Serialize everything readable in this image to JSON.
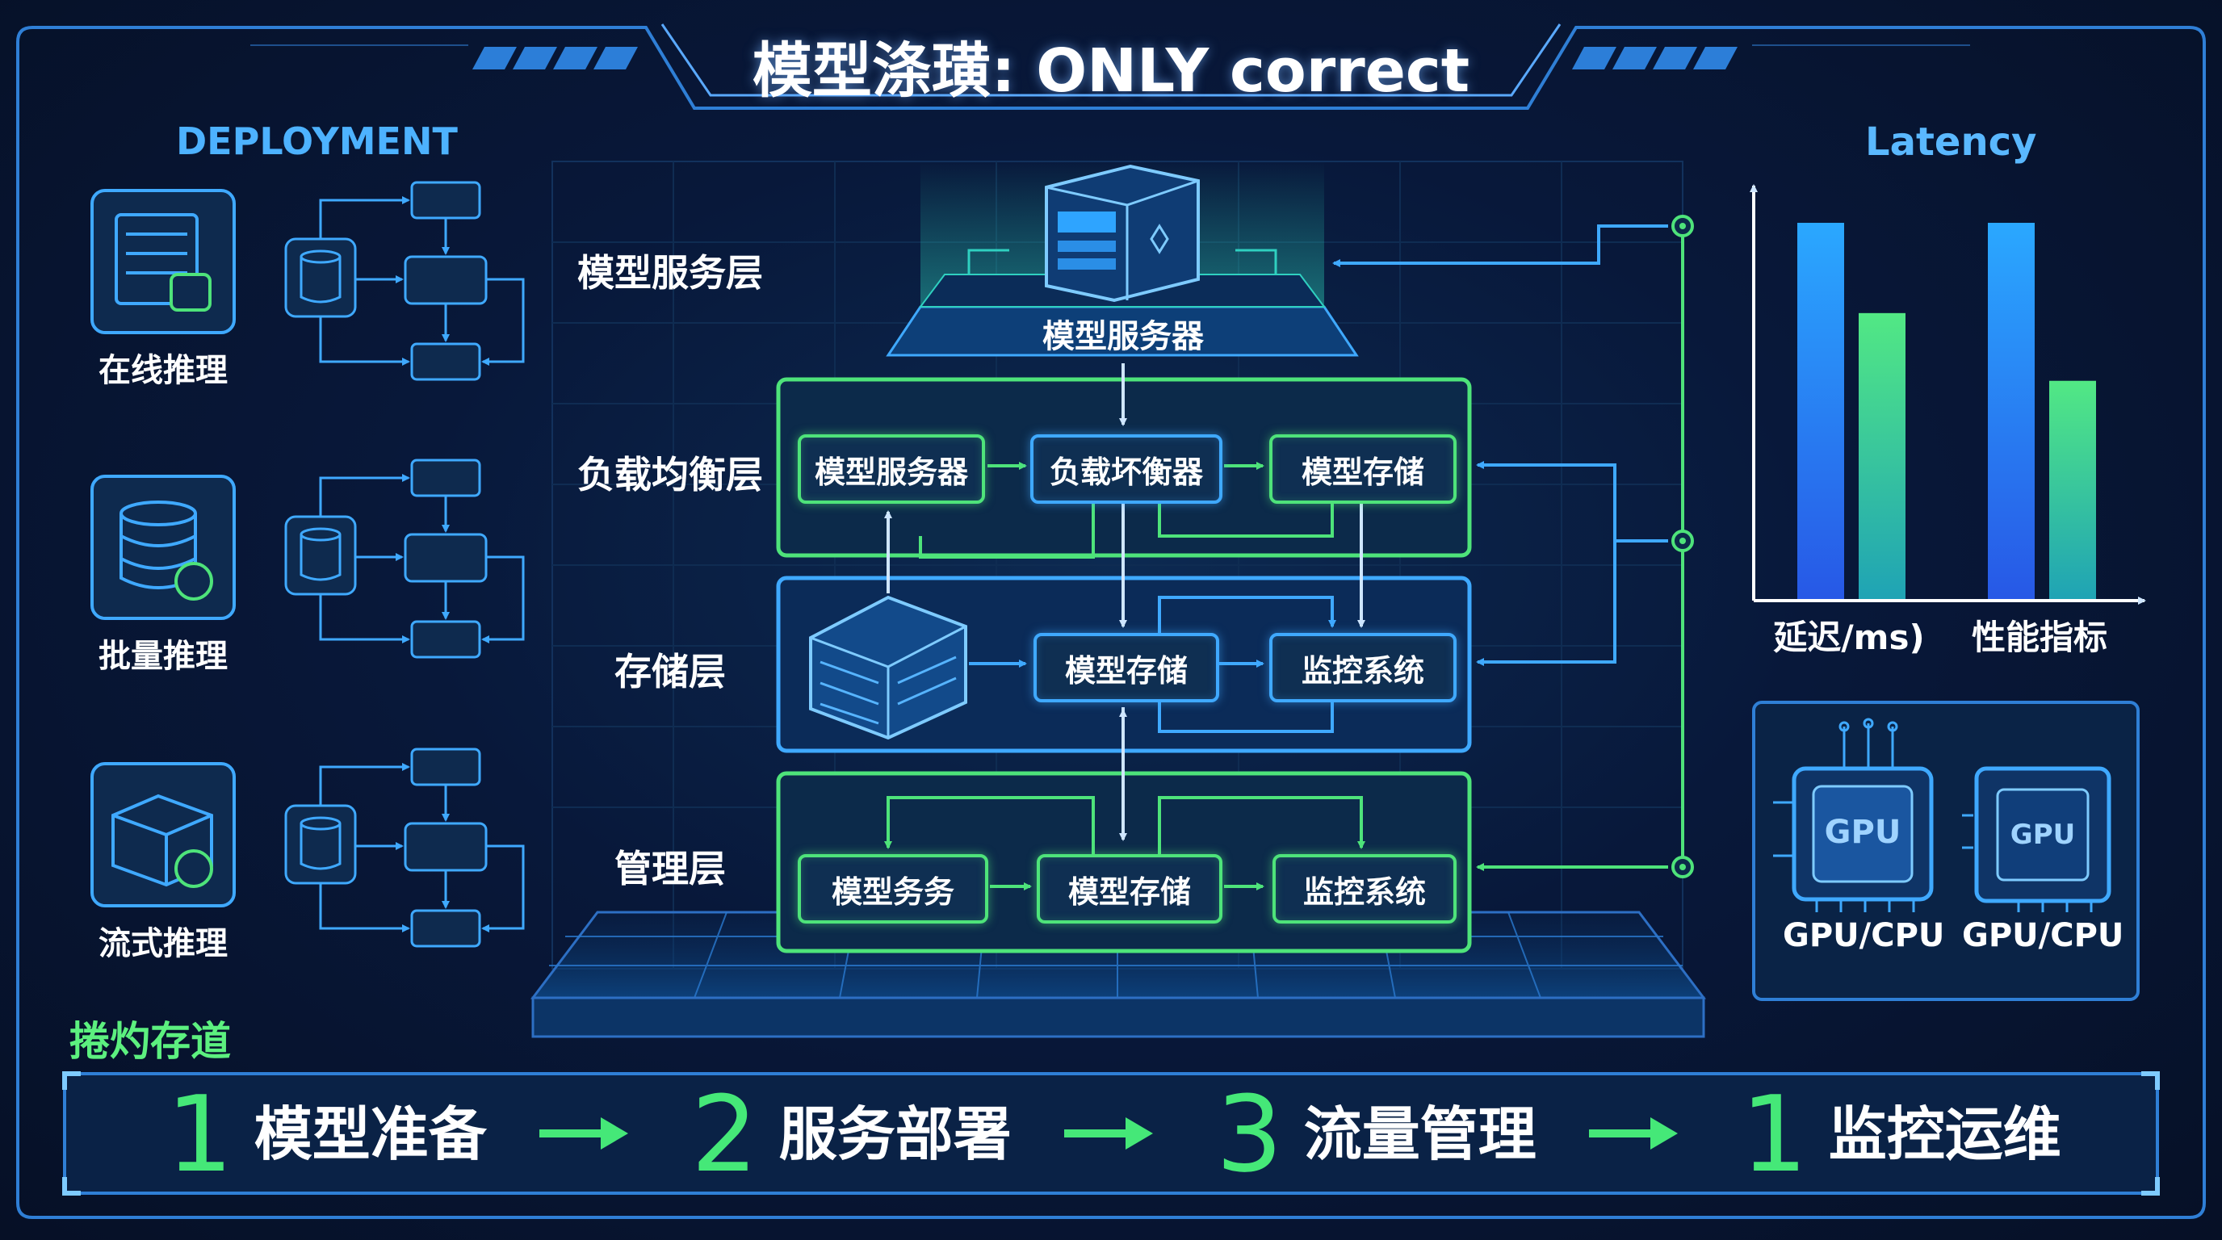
{
  "title": "模型涤璜: ONLY correct",
  "deployment": {
    "heading": "DEPLOYMENT",
    "modes": [
      {
        "label": "在线推理",
        "icon": "server-monitor-icon"
      },
      {
        "label": "批量推理",
        "icon": "database-icon"
      },
      {
        "label": "流式推理",
        "icon": "stream-box-icon"
      }
    ]
  },
  "architecture": {
    "server_label": "模型服务器",
    "layers": [
      {
        "label": "模型服务层"
      },
      {
        "label": "负载均衡层",
        "nodes": [
          "模型服务器",
          "负载坏衡器",
          "模型存储"
        ]
      },
      {
        "label": "存储层",
        "nodes": [
          "模型存储",
          "监控系统"
        ]
      },
      {
        "label": "管理层",
        "nodes": [
          "模型务务",
          "模型存储",
          "监控系统"
        ]
      }
    ]
  },
  "latency": {
    "heading": "Latency",
    "chart_data": {
      "type": "bar",
      "categories": [
        "延迟/ms)",
        "性能指标"
      ],
      "series": [
        {
          "values": [
            100,
            100
          ],
          "color": "#2f8cff"
        },
        {
          "values": [
            76,
            58
          ],
          "color": "#45e07a"
        }
      ],
      "ylim": [
        0,
        100
      ]
    }
  },
  "hardware": {
    "chips": [
      {
        "chip_label": "GPU",
        "caption": "GPU/CPU"
      },
      {
        "chip_label": "GPU",
        "caption": "GPU/CPU"
      }
    ]
  },
  "pipeline": {
    "title": "捲灼存道",
    "steps": [
      {
        "number": "1",
        "label": "模型准备"
      },
      {
        "number": "2",
        "label": "服务部署"
      },
      {
        "number": "3",
        "label": "流量管理"
      },
      {
        "number": "1",
        "label": "监控运维"
      }
    ]
  },
  "colors": {
    "accent_blue": "#3fa9ff",
    "accent_green": "#4ee37a",
    "background": "#071226"
  }
}
